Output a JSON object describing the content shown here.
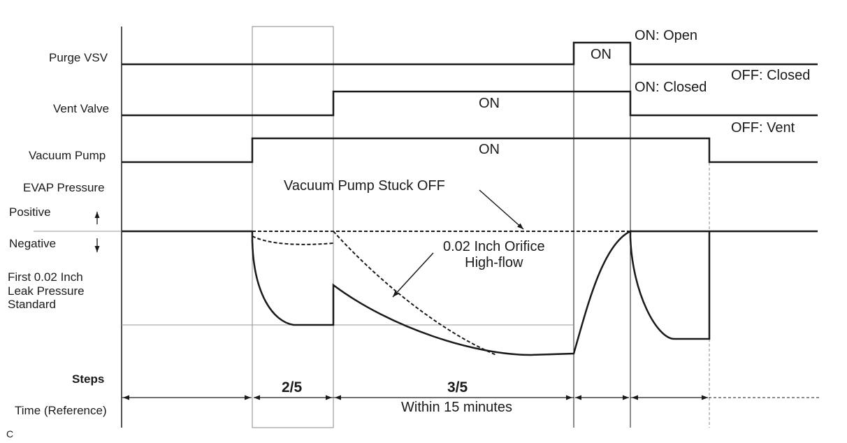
{
  "signals": {
    "purge_vsv": "Purge VSV",
    "vent_valve": "Vent Valve",
    "vacuum_pump": "Vacuum Pump",
    "evap_pressure": "EVAP Pressure",
    "positive": "Positive",
    "negative": "Negative",
    "leak_standard": "First 0.02 Inch\nLeak Pressure\nStandard"
  },
  "states": {
    "purge_on": "ON",
    "vent_on": "ON",
    "pump_on": "ON",
    "on_open": "ON: Open",
    "off_closed": "OFF: Closed",
    "on_closed": "ON: Closed",
    "off_vent": "OFF: Vent"
  },
  "annotations": {
    "pump_stuck_off": "Vacuum Pump Stuck OFF",
    "orifice": "0.02 Inch Orifice\nHigh-flow"
  },
  "steps": {
    "label": "Steps",
    "step_2": "2/5",
    "step_3": "3/5",
    "time_label": "Time (Reference)",
    "within": "Within 15 minutes"
  },
  "figure_code": "C"
}
